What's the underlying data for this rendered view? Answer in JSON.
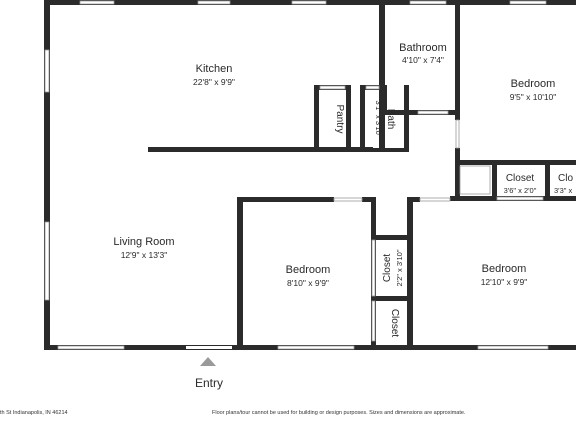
{
  "rooms": {
    "kitchen": {
      "name": "Kitchen",
      "dims": "22'8\" x 9'9\""
    },
    "bathroom": {
      "name": "Bathroom",
      "dims": "4'10\" x 7'4\""
    },
    "bedroom_top_right": {
      "name": "Bedroom",
      "dims": "9'5\" x 10'10\""
    },
    "pantry": {
      "name": "Pantry"
    },
    "bath": {
      "name": "Bath",
      "dims": "3'1\" x 3'10\""
    },
    "closet_right_1": {
      "name": "Closet",
      "dims": "3'6\" x 2'0\""
    },
    "closet_right_2": {
      "name": "Clo",
      "dims": "3'3\" x"
    },
    "living_room": {
      "name": "Living Room",
      "dims": "12'9\" x 13'3\""
    },
    "bedroom_middle": {
      "name": "Bedroom",
      "dims": "8'10\" x 9'9\""
    },
    "closet_vertical_1": {
      "name": "Closet",
      "dims": "2'2\" x 3'10\""
    },
    "closet_vertical_2": {
      "name": "Closet"
    },
    "bedroom_bottom_right": {
      "name": "Bedroom",
      "dims": "12'10\" x 9'9\""
    }
  },
  "entry": {
    "label": "Entry"
  },
  "footer": {
    "address": "th St Indianapolis, IN 46214",
    "disclaimer": "Floor plans/tour cannot be used for building or design purposes. Sizes and dimensions are approximate."
  }
}
